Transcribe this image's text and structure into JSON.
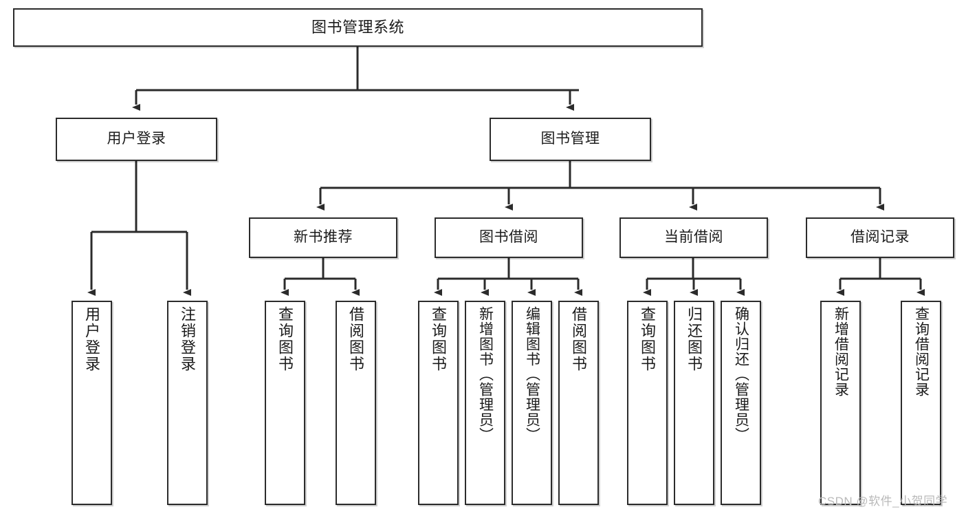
{
  "diagram": {
    "title": "图书管理系统",
    "type": "tree-hierarchy-diagram",
    "colors": {
      "background": "#ffffff",
      "node_border": "#2b2b2b",
      "node_fill": "#ffffff",
      "edge": "#2b2b2b",
      "text": "#1b1b1b",
      "watermark": "#b9b9b9"
    }
  },
  "nodes": {
    "root": {
      "label": "图书管理系统"
    },
    "level2": [
      {
        "label": "用户登录"
      },
      {
        "label": "图书管理"
      }
    ],
    "level3": [
      {
        "label": "新书推荐"
      },
      {
        "label": "图书借阅"
      },
      {
        "label": "当前借阅"
      },
      {
        "label": "借阅记录"
      }
    ],
    "leaves": {
      "user_login": [
        {
          "label": "用户登录"
        },
        {
          "label": "注销登录"
        }
      ],
      "new_book_recommend": [
        {
          "label": "查询图书"
        },
        {
          "label": "借阅图书"
        }
      ],
      "book_borrow": [
        {
          "label": "查询图书"
        },
        {
          "label": "新增图书（管理员）"
        },
        {
          "label": "编辑图书（管理员）"
        },
        {
          "label": "借阅图书"
        }
      ],
      "current_borrow": [
        {
          "label": "查询图书"
        },
        {
          "label": "归还图书"
        },
        {
          "label": "确认归还（管理员）"
        }
      ],
      "borrow_record": [
        {
          "label": "新增借阅记录"
        },
        {
          "label": "查询借阅记录"
        }
      ]
    }
  },
  "watermark": {
    "text": "CSDN @软件_小贺同学"
  }
}
